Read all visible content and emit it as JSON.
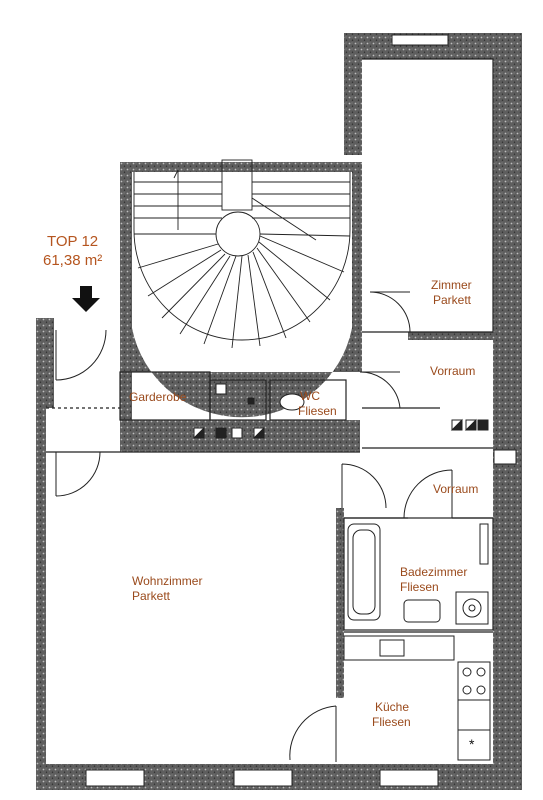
{
  "apartment": {
    "top": "TOP 12",
    "area": "61,38 m²"
  },
  "rooms": {
    "zimmer": [
      "Zimmer",
      "Parkett"
    ],
    "vorraum_upper": "Vorraum",
    "garderobe": "Garderobe",
    "wc": [
      "WC",
      "Fliesen"
    ],
    "vorraum_lower": "Vorraum",
    "bad": [
      "Badezimmer",
      "Fliesen"
    ],
    "wohnzimmer": [
      "Wohnzimmer",
      "Parkett"
    ],
    "kueche": [
      "Küche",
      "Fliesen"
    ]
  },
  "symbols": {
    "fridge": "*"
  },
  "colors": {
    "wall": "#5a5a5a",
    "line": "#222222",
    "label": "#9a4a1c"
  }
}
